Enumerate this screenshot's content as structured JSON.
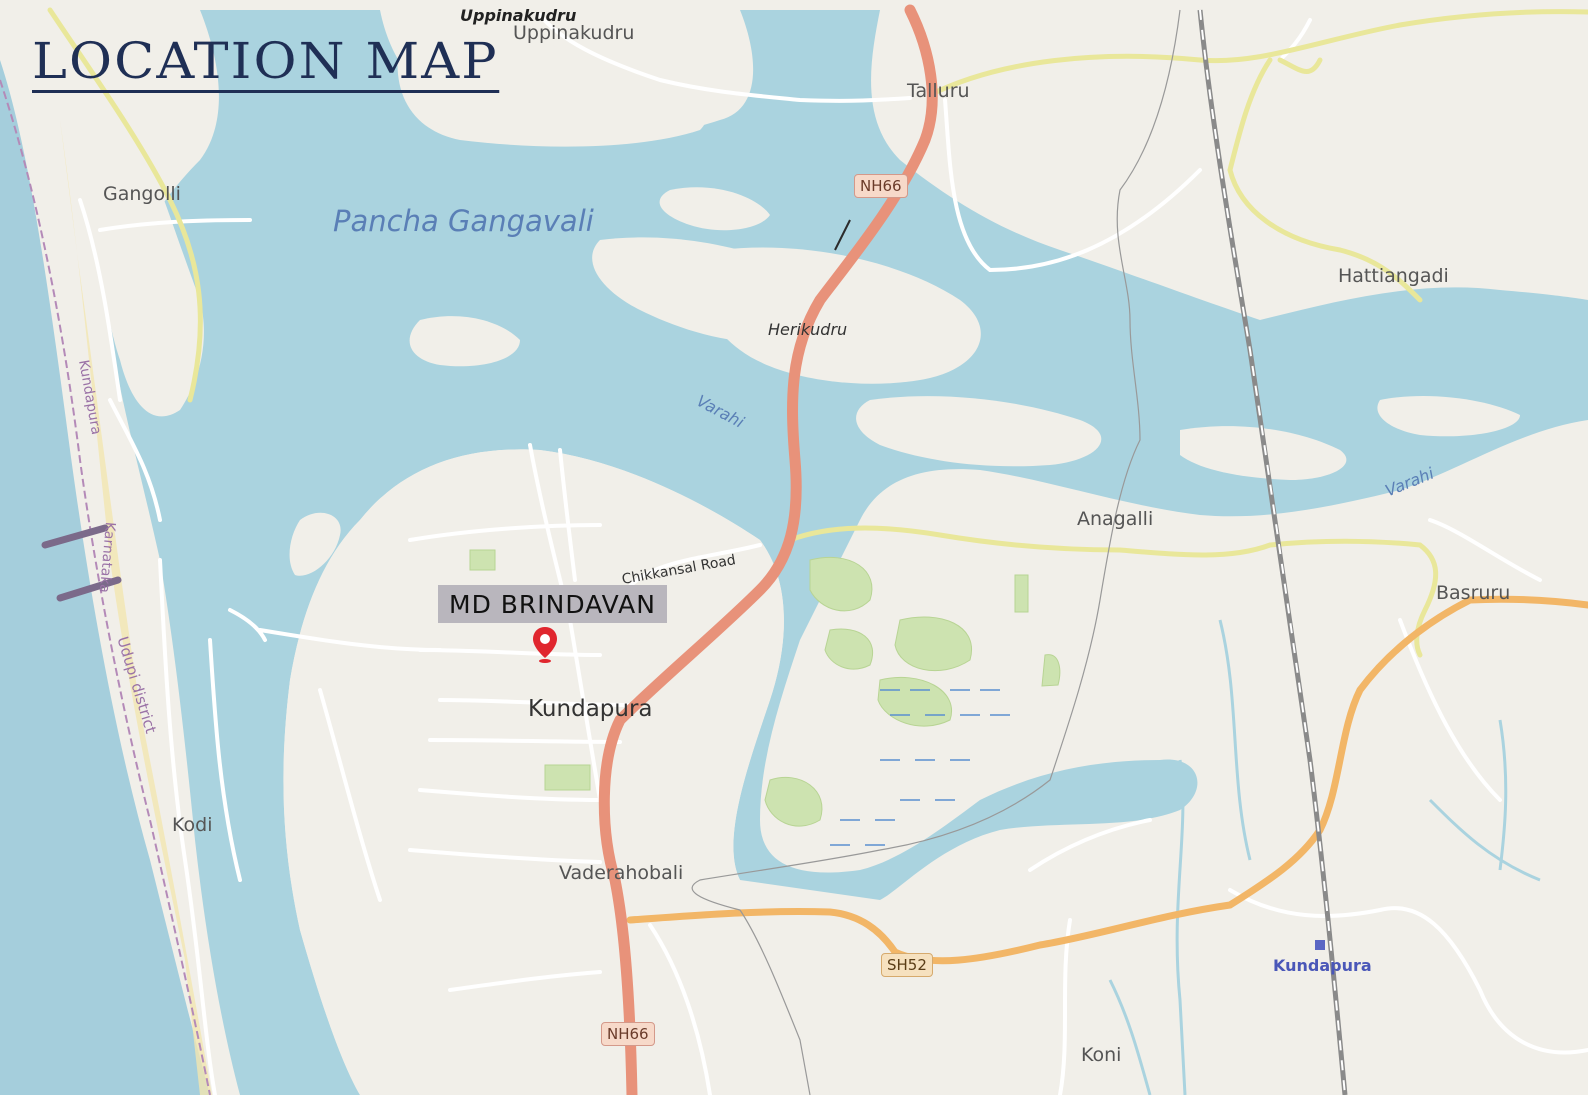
{
  "title": "LOCATION MAP",
  "marker": {
    "label": "MD BRINDAVAN",
    "icon": "location-pin-icon"
  },
  "places": {
    "uppinakudru_italic": "Uppinakudru",
    "uppinakudru": "Uppinakudru",
    "talluru": "Talluru",
    "gangolli": "Gangolli",
    "herikudru": "Herikudru",
    "hattiangadi": "Hattiangadi",
    "anagalli": "Anagalli",
    "basruru": "Basruru",
    "kundapura": "Kundapura",
    "kodi": "Kodi",
    "vaderahobali": "Vaderahobali",
    "kundapura_station": "Kundapura",
    "koni": "Koni"
  },
  "water": {
    "pancha_gangavali": "Pancha Gangavali",
    "varahi_west": "Varahi",
    "varahi_east": "Varahi"
  },
  "roads": {
    "chikkansal": "Chikkansal Road",
    "nh66_north": "NH66",
    "nh66_south": "NH66",
    "sh52": "SH52"
  },
  "boundaries": {
    "kundapura_coast": "Kundapura",
    "karnataka": "Karnataka",
    "udupi_district": "Udupi district"
  },
  "colors": {
    "land": "#f1efe9",
    "water": "#aad3df",
    "sea": "#a2cbd9",
    "national_highway": "#e8927a",
    "state_highway": "#f2b667",
    "minor_road": "#f7f6a8",
    "title": "#1f2f55",
    "marker": "#e0262e"
  }
}
